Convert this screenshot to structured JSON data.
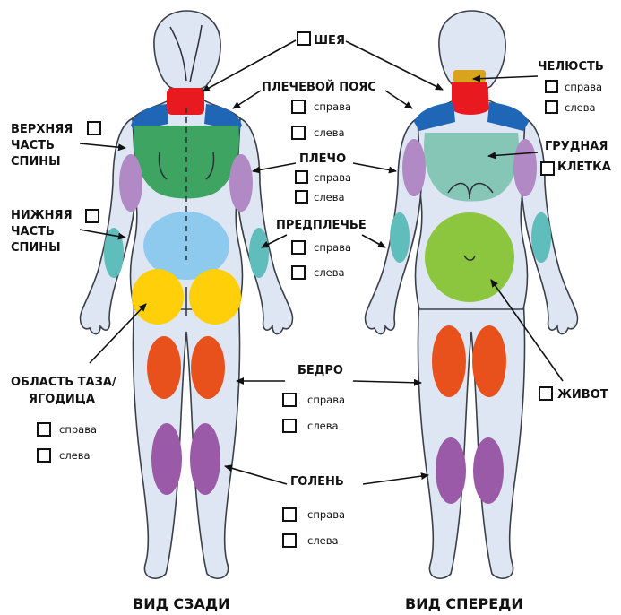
{
  "labels": {
    "neck": "ШЕЯ",
    "jaw": "ЧЕЛЮСТЬ",
    "shoulder_girdle": "ПЛЕЧЕВОЙ ПОЯС",
    "upper_back_1": "ВЕРХНЯЯ",
    "upper_back_2": "ЧАСТЬ",
    "upper_back_3": "СПИНЫ",
    "shoulder": "ПЛЕЧО",
    "chest_1": "ГРУДНАЯ",
    "chest_2": "КЛЕТКА",
    "lower_back_1": "НИЖНЯЯ",
    "lower_back_2": "ЧАСТЬ",
    "lower_back_3": "СПИНЫ",
    "forearm": "ПРЕДПЛЕЧЬЕ",
    "pelvis_1": "ОБЛАСТЬ ТАЗА/",
    "pelvis_2": "ЯГОДИЦА",
    "thigh": "БЕДРО",
    "abdomen": "ЖИВОТ",
    "shin": "ГОЛЕНЬ"
  },
  "options": {
    "right": "справа",
    "left": "слева"
  },
  "views": {
    "back": "ВИД СЗАДИ",
    "front": "ВИД СПЕРЕДИ"
  },
  "colors": {
    "neck_red": "#e8191f",
    "jaw_gold": "#d9a31c",
    "shoulder_blue": "#1f66b7",
    "upper_back_green": "#3da461",
    "chest_teal": "#86c6b6",
    "upper_arm_purple": "#b189c4",
    "forearm_teal": "#5fbdbb",
    "lower_back_lightblue": "#8ec9ee",
    "abdomen_green": "#8cc63e",
    "buttock_yellow": "#ffcf0a",
    "thigh_orange": "#e8501c",
    "shin_purple": "#9a5aa8",
    "body_fill": "#dfe6f3"
  }
}
